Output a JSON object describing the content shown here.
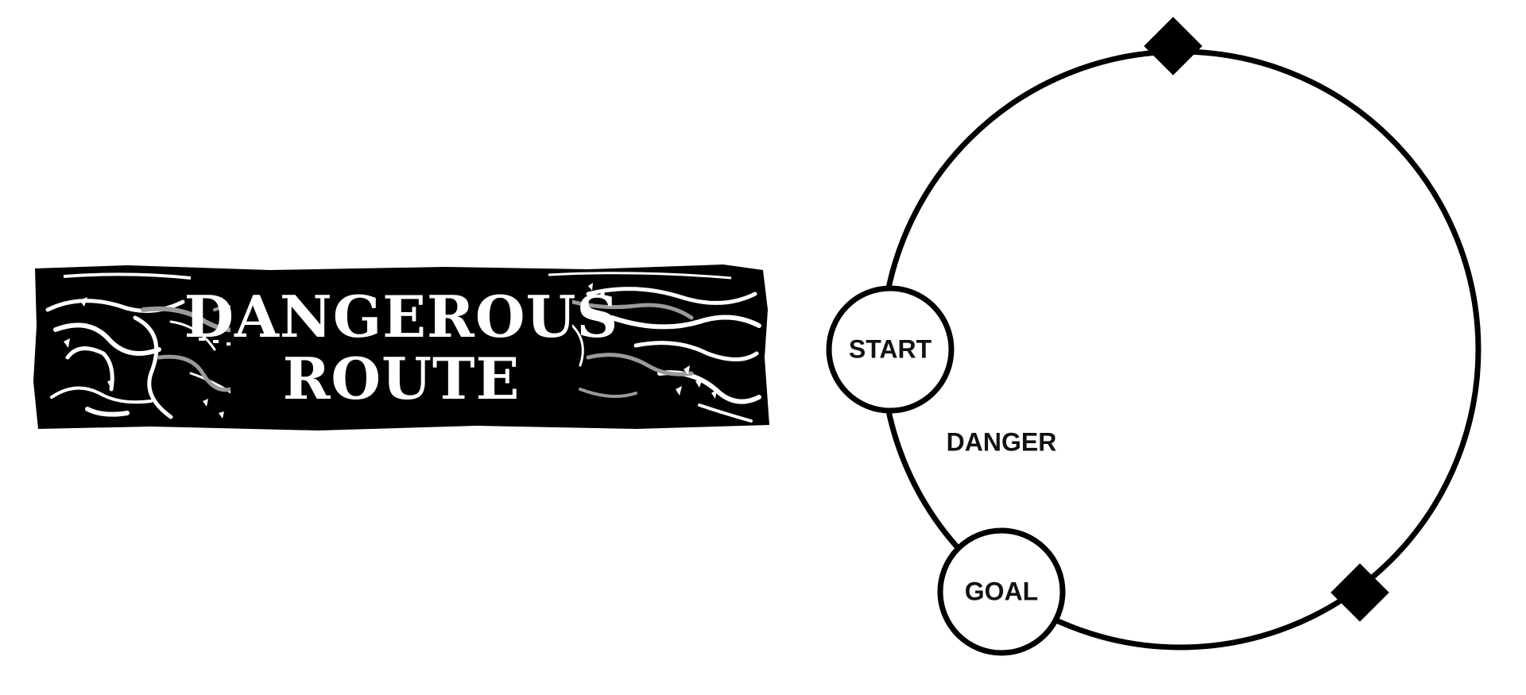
{
  "banner": {
    "title_line1": "DANGEROUS",
    "title_line2": "ROUTE",
    "background_color": "#000000",
    "text_color": "#ffffff",
    "decoration": "woodcut-landscape-illustration"
  },
  "board": {
    "track_shape": "circle",
    "stroke_color": "#000000",
    "fill_color": "#ffffff",
    "nodes": [
      {
        "label": "START",
        "shape": "circle"
      },
      {
        "label": "GOAL",
        "shape": "circle"
      }
    ],
    "markers": [
      {
        "shape": "diamond",
        "color": "#000000"
      },
      {
        "shape": "diamond",
        "color": "#000000"
      }
    ],
    "zone_label": "DANGER"
  }
}
